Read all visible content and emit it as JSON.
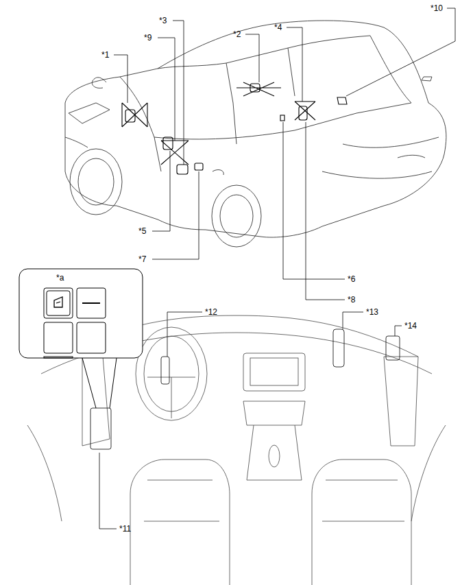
{
  "diagram": {
    "labels": [
      "*10",
      "*3",
      "*2",
      "*4",
      "*1",
      "*9",
      "*5",
      "*7",
      "*6",
      "*8",
      "*a",
      "*12",
      "*13",
      "*14",
      "*11"
    ]
  }
}
